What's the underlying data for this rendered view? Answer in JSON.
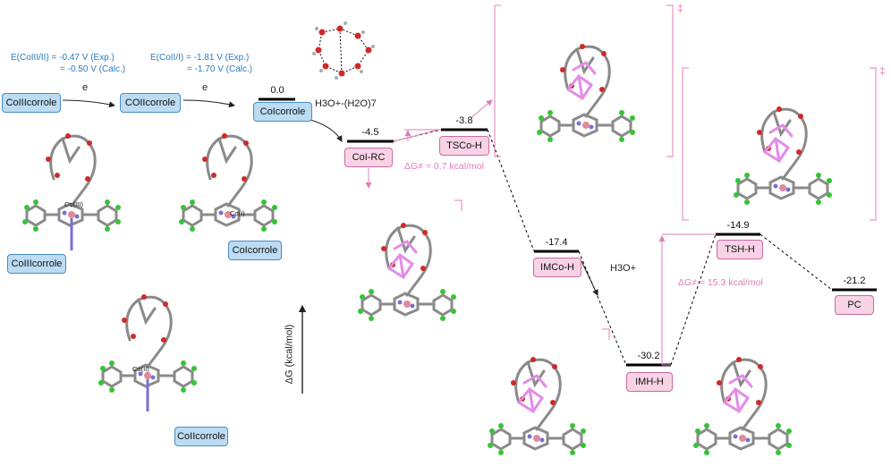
{
  "redox": {
    "couple1_line1": "E(CoIII/II) = -0.47 V (Exp.)",
    "couple1_line2": "= -0.50 V (Calc.)",
    "couple2_line1": "E(CoII/I) = -1.81 V (Exp.)",
    "couple2_line2": "= -1.70 V (Calc.)",
    "electron1": "e",
    "electron2": "e"
  },
  "species": {
    "co3": "CoIIIcorrole",
    "co2": "COIIcorrole",
    "co1": "CoIcorrole",
    "co3_label2": "CoIIIcorrole",
    "co1_label2": "CoIcorrole",
    "co2_label2": "CoIIcorrole"
  },
  "metal_labels": {
    "co3": "Co(III)",
    "co1": "Co(I)",
    "co2": "Co(II)"
  },
  "reagents": {
    "cluster": "H3O+-(H2O)7",
    "h3o": "H3O+"
  },
  "states": [
    {
      "name": "CoIcorrole",
      "energy": "0.0"
    },
    {
      "name": "CoI-RC",
      "energy": "-4.5"
    },
    {
      "name": "TSCo-H",
      "energy": "-3.8"
    },
    {
      "name": "IMCo-H",
      "energy": "-17.4"
    },
    {
      "name": "IMH-H",
      "energy": "-30.2"
    },
    {
      "name": "TSH-H",
      "energy": "-14.9"
    },
    {
      "name": "PC",
      "energy": "-21.2"
    }
  ],
  "barriers": {
    "b1": "ΔG≠ = 0.7 kcal/mol",
    "b2": "ΔG≠ = 15.3 kcal/mol"
  },
  "axis_label": "ΔG (kcal/mol)",
  "ts_marks": {
    "m1": "‡",
    "m2": "‡"
  },
  "colors": {
    "blue_box": "#bcdcf3",
    "pink_box": "#f8d3e6",
    "pink_accent": "#de7fb8",
    "redox_text": "#2b7bbf"
  }
}
